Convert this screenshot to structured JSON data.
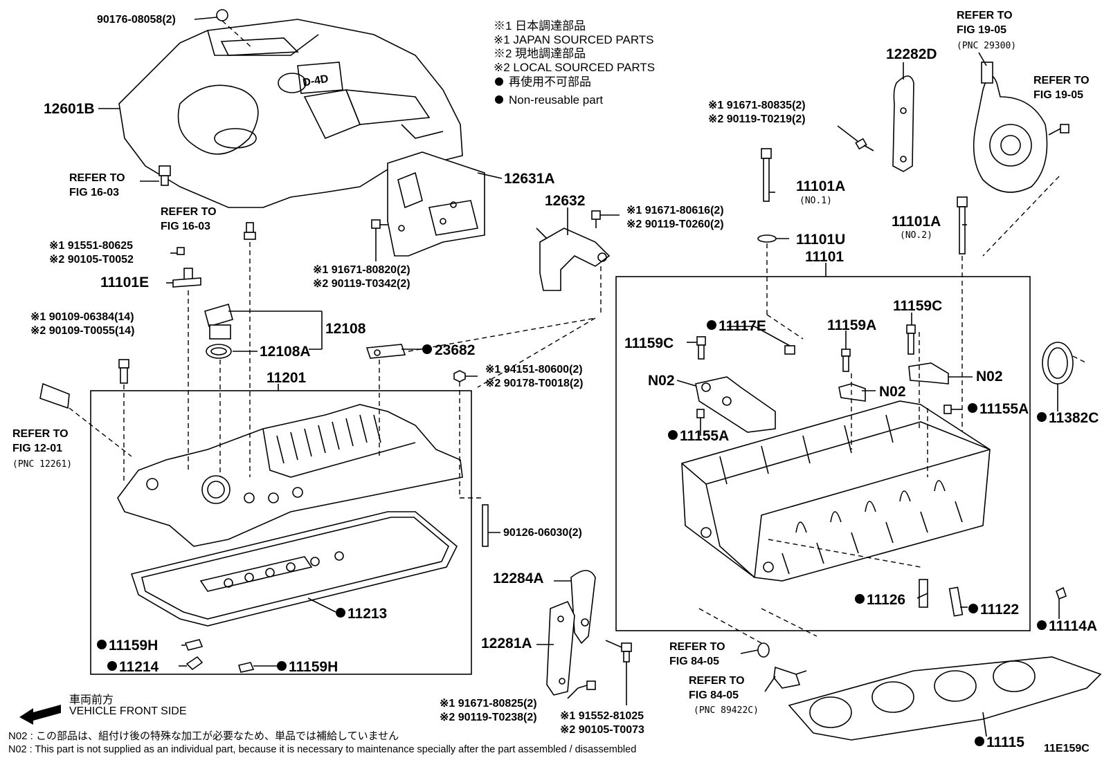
{
  "legend": {
    "l1": "※1 日本調達部品",
    "l2": "※1 JAPAN SOURCED PARTS",
    "l3": "※2 現地調達部品",
    "l4": "※2 LOCAL SOURCED PARTS",
    "l5": "再使用不可部品",
    "l6": "Non-reusable part"
  },
  "labels": {
    "p90176": "90176-08058(2)",
    "p12601B": "12601B",
    "refer1603a": "REFER TO",
    "fig1603a": "FIG 16-03",
    "refer1603b": "REFER TO",
    "fig1603b": "FIG 16-03",
    "p91551": "※1 91551-80625",
    "p90105a": "※2 90105-T0052",
    "p11101E": "11101E",
    "p90109a": "※1 90109-06384(14)",
    "p90109b": "※2 90109-T0055(14)",
    "p12108": "12108",
    "p12108A": "12108A",
    "p23682": "23682",
    "p94151": "※1 94151-80600(2)",
    "p90178": "※2 90178-T0018(2)",
    "p11201": "11201",
    "refer1201": "REFER TO",
    "fig1201": "FIG 12-01",
    "pnc12261": "(PNC 12261)",
    "p90126": "90126-06030(2)",
    "p11213": "11213",
    "p11159H1": "11159H",
    "p11214": "11214",
    "p11159H2": "11159H",
    "p12631A": "12631A",
    "p91671_820": "※1 91671-80820(2)",
    "p90119_342": "※2 90119-T0342(2)",
    "p12632": "12632",
    "p91671_616": "※1 91671-80616(2)",
    "p90119_260": "※2 90119-T0260(2)",
    "p91671_835": "※1 91671-80835(2)",
    "p90119_219": "※2 90119-T0219(2)",
    "p12282D": "12282D",
    "refer1905a": "REFER TO",
    "fig1905a": "FIG 19-05",
    "pnc29300": "(PNC 29300)",
    "refer1905b": "REFER TO",
    "fig1905b": "FIG 19-05",
    "p11101A1": "11101A",
    "no1": "(NO.1)",
    "p11101U": "11101U",
    "p11101": "11101",
    "p11101A2": "11101A",
    "no2": "(NO.2)",
    "p11117E": "11117E",
    "p11159C1": "11159C",
    "p11159A": "11159A",
    "p11159C2": "11159C",
    "pN02a": "N02",
    "pN02b": "N02",
    "pN02c": "N02",
    "p11155A1": "11155A",
    "p11155A2": "11155A",
    "p11382C": "11382C",
    "p11126": "11126",
    "p11122": "11122",
    "p11114A": "11114A",
    "p12284A": "12284A",
    "p12281A": "12281A",
    "p91671_825": "※1 91671-80825(2)",
    "p90119_238": "※2 90119-T0238(2)",
    "p91552": "※1 91552-81025",
    "p90105b": "※2 90105-T0073",
    "refer8405a": "REFER TO",
    "fig8405a": "FIG 84-05",
    "refer8405b": "REFER TO",
    "fig8405b": "FIG 84-05",
    "pnc89422C": "(PNC 89422C)",
    "p11115": "11115",
    "code": "11E159C",
    "emblem": "D-4D"
  },
  "vehicle": {
    "jp": "車両前方",
    "en": "VEHICLE FRONT SIDE"
  },
  "notes": {
    "jp": "N02 : この部品は、組付け後の特殊な加工が必要なため、単品では補給していません",
    "en": "N02 : This part is not supplied as an individual part, because it is necessary to maintenance specially after the part assembled / disassembled"
  }
}
